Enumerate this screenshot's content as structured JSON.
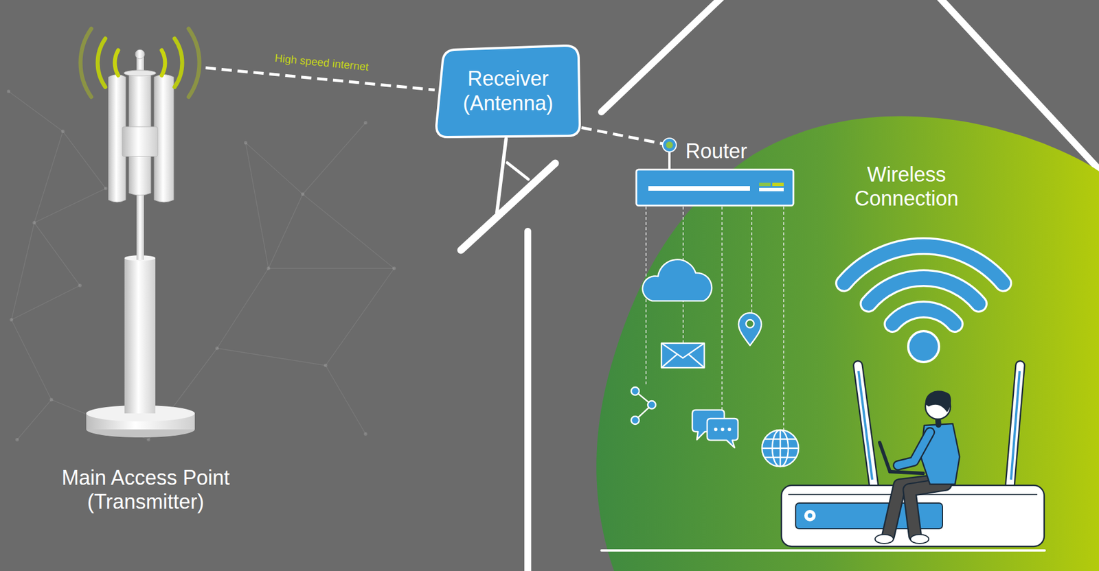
{
  "diagram": {
    "nodes": [
      {
        "text": [
          "Main Access Point (Transmitter)"
        ]
      },
      {
        "text": [
          "Receiver (Antenna)"
        ]
      },
      {
        "text": [
          "Router"
        ]
      }
    ],
    "edges": [
      {
        "from": 0,
        "to": 1,
        "arrow": "none",
        "label": "High speed internet"
      },
      {
        "from": 1,
        "to": 2,
        "arrow": "none"
      }
    ],
    "labels": [
      "Wireless Connection"
    ]
  }
}
